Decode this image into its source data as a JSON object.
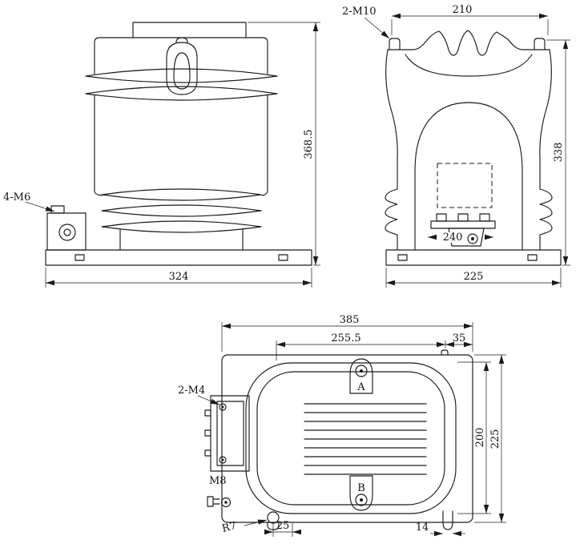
{
  "front_view": {
    "callout_bolt": "4-M6",
    "dim_height": "368.5",
    "dim_width": "324"
  },
  "side_view": {
    "callout_bolt": "2-M10",
    "dim_top_width": "210",
    "dim_height": "338",
    "dim_center": "240",
    "dim_base_width": "225"
  },
  "plan_view": {
    "dim_overall_width": "385",
    "dim_inner_width": "255.5",
    "dim_edge_offset": "35",
    "callout_screws": "2-M4",
    "callout_stud": "M8",
    "callout_radius": "R7",
    "dim_core_height": "200",
    "dim_overall_height": "225",
    "dim_foot_left": "25",
    "dim_foot_right": "14",
    "terminal_a_label": "A",
    "terminal_b_label": "B"
  }
}
